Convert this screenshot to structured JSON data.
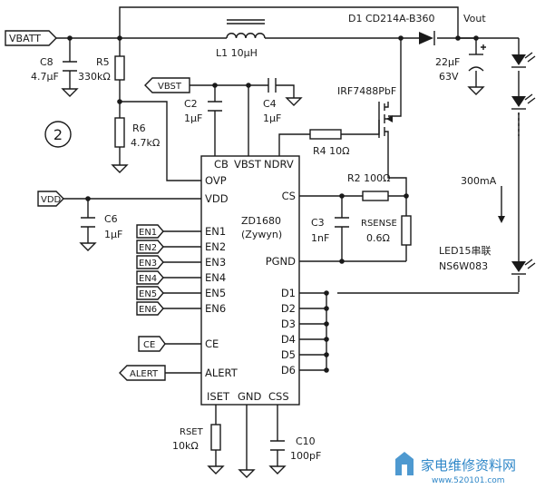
{
  "ic": {
    "name": "ZD1680",
    "vendor": "(Zywyn)",
    "pins_left": [
      "OVP",
      "VDD",
      "EN1",
      "EN2",
      "EN3",
      "EN4",
      "EN5",
      "EN6",
      "CE",
      "ALERT"
    ],
    "pins_right": [
      "CS",
      "PGND",
      "D1",
      "D2",
      "D3",
      "D4",
      "D5",
      "D6"
    ],
    "pins_top": [
      "CB",
      "VBST",
      "NDRV"
    ],
    "pins_bottom": [
      "ISET",
      "GND",
      "CSS"
    ]
  },
  "nets": {
    "vbatt": "VBATT",
    "vbst": "VBST",
    "vdd": "VDD",
    "vout": "Vout",
    "ce": "CE",
    "alert": "ALERT",
    "en": [
      "EN1",
      "EN2",
      "EN3",
      "EN4",
      "EN5",
      "EN6"
    ]
  },
  "components": {
    "c8": [
      "C8",
      "4.7μF"
    ],
    "r5": [
      "R5",
      "330kΩ"
    ],
    "r6": [
      "R6",
      "4.7kΩ"
    ],
    "l1": "L1  10μH",
    "d1": "D1  CD214A-B360",
    "c_out": [
      "22μF",
      "63V"
    ],
    "c2": [
      "C2",
      "1μF"
    ],
    "c4": [
      "C4",
      "1μF"
    ],
    "q1": "IRF7488PbF",
    "r4": "R4  10Ω",
    "r2": "R2  100Ω",
    "c3": [
      "C3",
      "1nF"
    ],
    "rsense": [
      "RSENSE",
      "0.6Ω"
    ],
    "c6": [
      "C6",
      "1μF"
    ],
    "rset": [
      "RSET",
      "10kΩ"
    ],
    "c10": [
      "C10",
      "100pF"
    ]
  },
  "current_label": "300mA",
  "led_label": [
    "LED15串联",
    "NS6W083"
  ],
  "circle_label": "2",
  "watermark": [
    "家电维修资料网",
    "www.520101.com"
  ],
  "colors": {
    "ink": "#1a1a1a",
    "watermark": "#2f87c8"
  }
}
